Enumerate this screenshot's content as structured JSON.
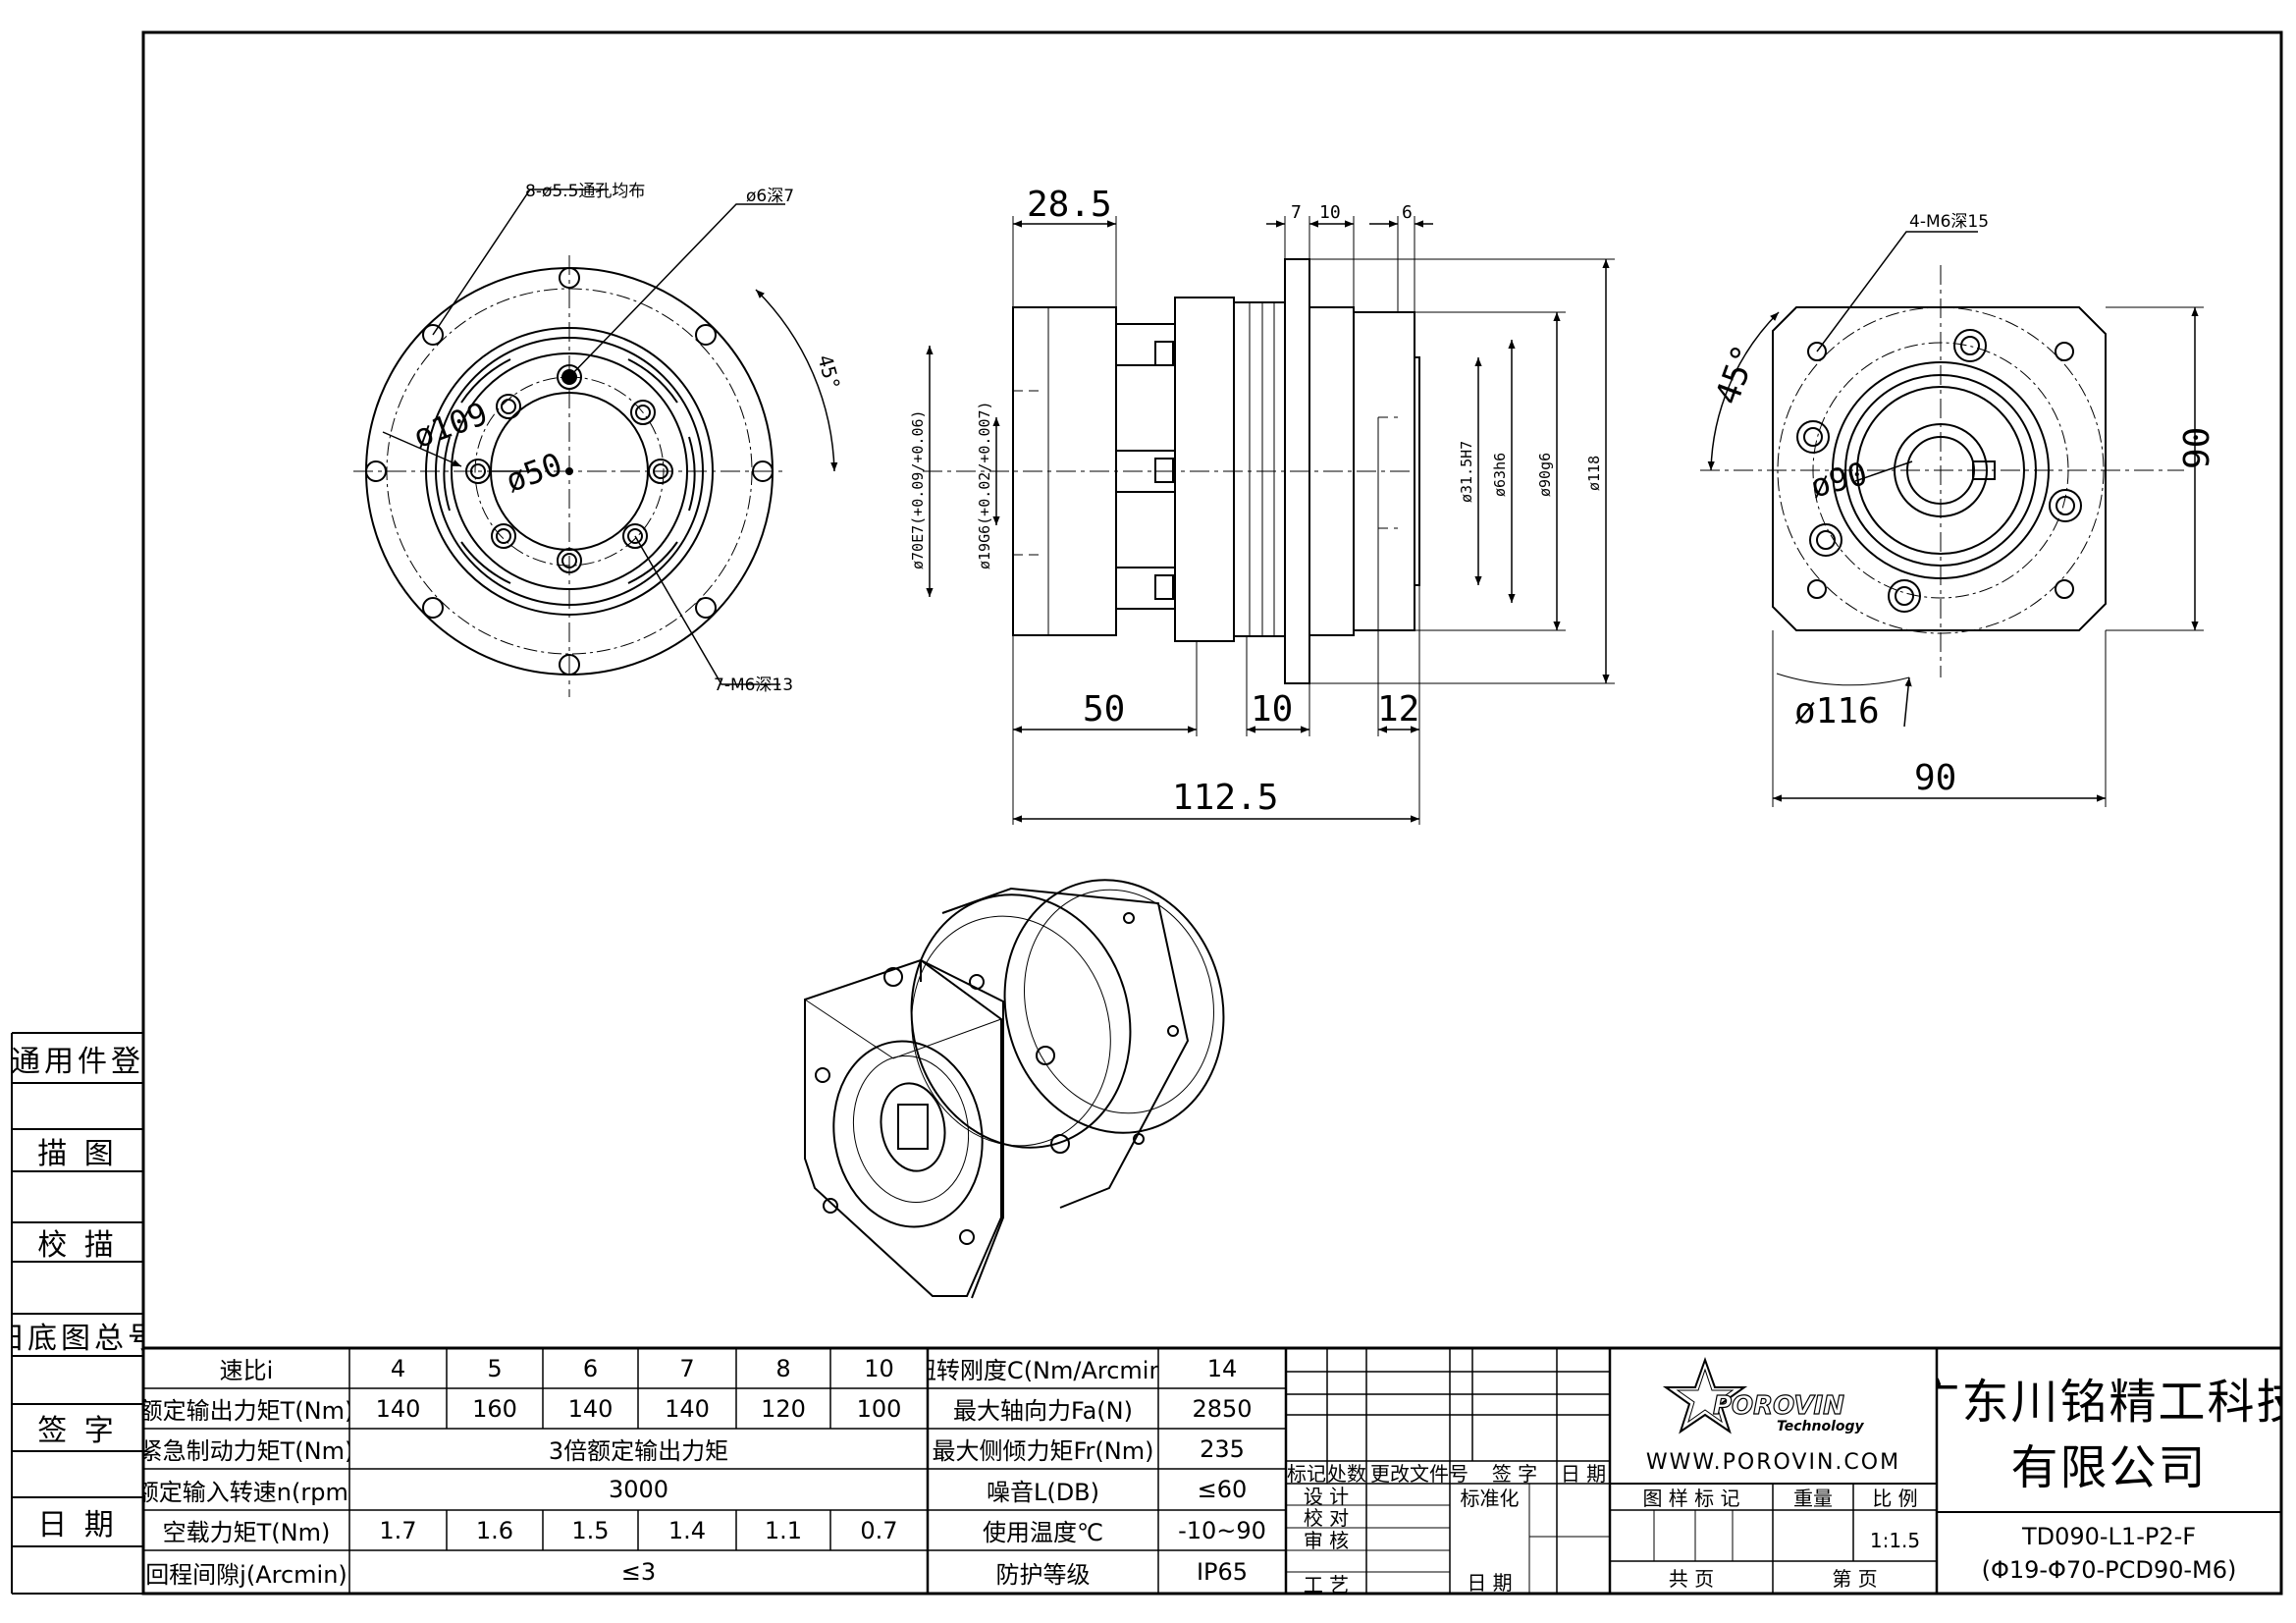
{
  "side_labels": [
    "借通用件登记",
    "描 图",
    "校 描",
    "旧底图总号",
    "签 字",
    "日 期"
  ],
  "front_view": {
    "holes_callout": "8-ø5.5通孔均布",
    "pin_callout": "ø6深7",
    "tapped_callout": "7-M6深13",
    "dia_outer": "ø109",
    "dia_inner": "ø50",
    "angle": "45°"
  },
  "side_view": {
    "dims": {
      "d285": "28.5",
      "d7": "7",
      "d10_top": "10",
      "d6": "6",
      "d50": "50",
      "d10_bottom": "10",
      "d12": "12",
      "d1125": "112.5"
    },
    "diameters": {
      "d70": "ø70E7(+0.09/+0.06)",
      "d19": "ø19G6(+0.02/+0.007)",
      "d315": "ø31.5H7",
      "d63": "ø63h6",
      "d90": "ø90g6",
      "d118": "ø118"
    }
  },
  "rear_view": {
    "tapped_callout": "4-M6深15",
    "angle": "45°",
    "dia_inner": "ø90",
    "dia_outer": "ø116",
    "height": "90",
    "width": "90"
  },
  "spec_table": {
    "left": [
      {
        "label": "速比i",
        "values": [
          "4",
          "5",
          "6",
          "7",
          "8",
          "10"
        ]
      },
      {
        "label": "额定输出力矩T(Nm)",
        "values": [
          "140",
          "160",
          "140",
          "140",
          "120",
          "100"
        ]
      },
      {
        "label": "紧急制动力矩T(Nm)",
        "merged": "3倍额定输出力矩"
      },
      {
        "label": "额定输入转速n(rpm)",
        "merged": "3000"
      },
      {
        "label": "空载力矩T(Nm)",
        "values": [
          "1.7",
          "1.6",
          "1.5",
          "1.4",
          "1.1",
          "0.7"
        ]
      },
      {
        "label": "回程间隙j(Arcmin)",
        "merged": "≤3"
      }
    ],
    "right": [
      {
        "label": "扭转刚度C(Nm/Arcmin)",
        "value": "14"
      },
      {
        "label": "最大轴向力Fa(N)",
        "value": "2850"
      },
      {
        "label": "最大侧倾力矩Fr(Nm)",
        "value": "235"
      },
      {
        "label": "噪音L(DB)",
        "value": "≤60"
      },
      {
        "label": "使用温度℃",
        "value": "-10~90"
      },
      {
        "label": "防护等级",
        "value": "IP65"
      }
    ]
  },
  "title_block": {
    "rev_headers": [
      "标记",
      "处数",
      "更改文件号",
      "签 字",
      "日 期"
    ],
    "roles": [
      "设 计",
      "校 对",
      "审 核",
      "工 艺"
    ],
    "std": "标准化",
    "date": "日 期",
    "logo_main": "POROVIN",
    "logo_sub": "Technology",
    "website": "WWW.POROVIN.COM",
    "stage_headers": [
      "图 样 标 记",
      "重量",
      "比 例"
    ],
    "scale": "1:1.5",
    "sheet_total": "共  页",
    "sheet_num": "第  页",
    "company_line1": "广东川铭精工科技",
    "company_line2": "有限公司",
    "part_no": "TD090-L1-P2-F",
    "part_desc": "(Φ19-Φ70-PCD90-M6)"
  }
}
